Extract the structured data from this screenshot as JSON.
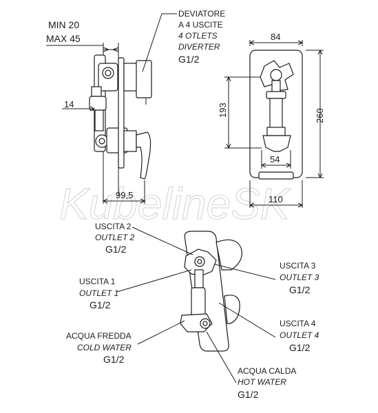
{
  "top_left": {
    "min": "MIN 20",
    "max": "MAX 45"
  },
  "diverter": {
    "l1": "DEVIATORE",
    "l2": "A 4 USCITE",
    "l3": "4 OTLETS",
    "l4": "DIVERTER",
    "l5": "G1/2"
  },
  "dims": {
    "d14": "14",
    "d995": "99,5",
    "d84": "84",
    "d193": "193",
    "d260": "260",
    "d54": "54",
    "d110": "110"
  },
  "watermark": "KubelineSK",
  "labels": {
    "u2": {
      "it": "USCITA 2",
      "en": "OUTLET 2",
      "size": "G1/2"
    },
    "u1": {
      "it": "USCITA 1",
      "en": "OUTLET 1",
      "size": "G1/2"
    },
    "cold": {
      "it": "ACQUA FREDDA",
      "en": "COLD WATER",
      "size": "G1/2"
    },
    "u3": {
      "it": "USCITA 3",
      "en": "OUTLET 3",
      "size": "G1/2"
    },
    "u4": {
      "it": "USCITA 4",
      "en": "OUTLET 4",
      "size": "G1/2"
    },
    "hot": {
      "it": "ACQUA CALDA",
      "en": "HOT WATER",
      "size": "G1/2"
    }
  }
}
